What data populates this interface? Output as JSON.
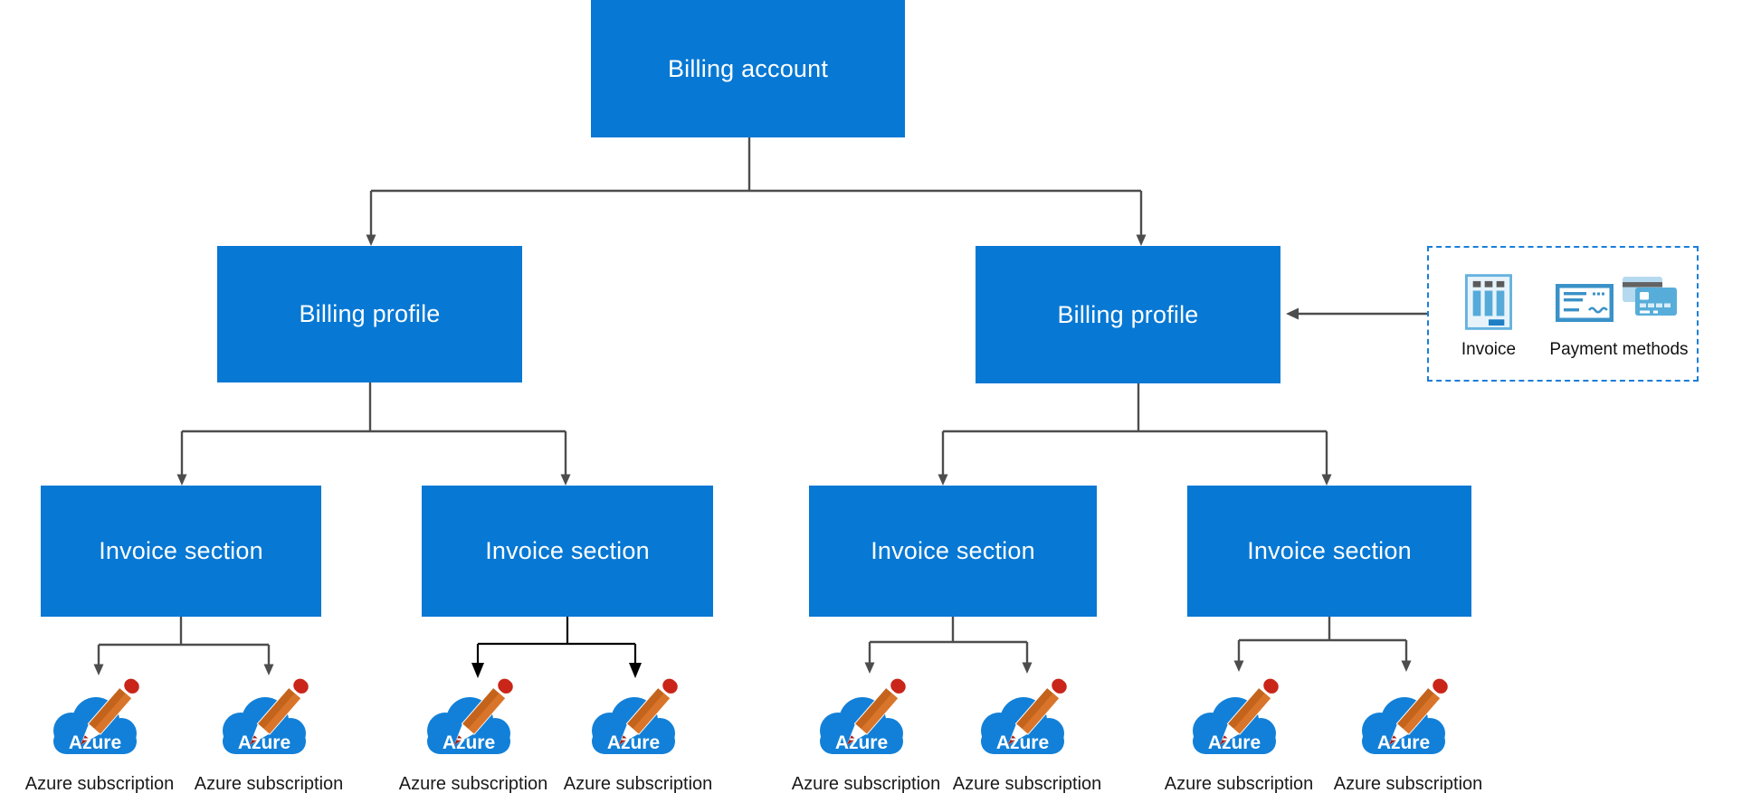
{
  "nodes": {
    "billing_account": "Billing account",
    "billing_profiles": [
      "Billing profile",
      "Billing profile"
    ],
    "invoice_sections": [
      "Invoice section",
      "Invoice section",
      "Invoice section",
      "Invoice section"
    ]
  },
  "subscriptions": [
    {
      "label": "Azure subscription"
    },
    {
      "label": "Azure subscription"
    },
    {
      "label": "Azure subscription"
    },
    {
      "label": "Azure subscription"
    },
    {
      "label": "Azure subscription"
    },
    {
      "label": "Azure subscription"
    },
    {
      "label": "Azure subscription"
    },
    {
      "label": "Azure subscription"
    }
  ],
  "azure": {
    "cloud_text": "Azure"
  },
  "legend": {
    "invoice_label": "Invoice",
    "payment_methods_label": "Payment methods"
  },
  "icons": {
    "subscription": "azure-cloud-pencil-icon",
    "invoice": "invoice-document-icon",
    "check": "check-payment-icon",
    "cards": "credit-cards-icon"
  },
  "colors": {
    "node_blue": "#0778d4",
    "connector_gray": "#4d4d4d",
    "connector_black": "#000000",
    "legend_border": "#1a7edb",
    "cloud_blue": "#1280d8",
    "pencil_orange": "#c4641c",
    "pencil_red": "#c92519",
    "label_text": "#1a1a1a"
  }
}
